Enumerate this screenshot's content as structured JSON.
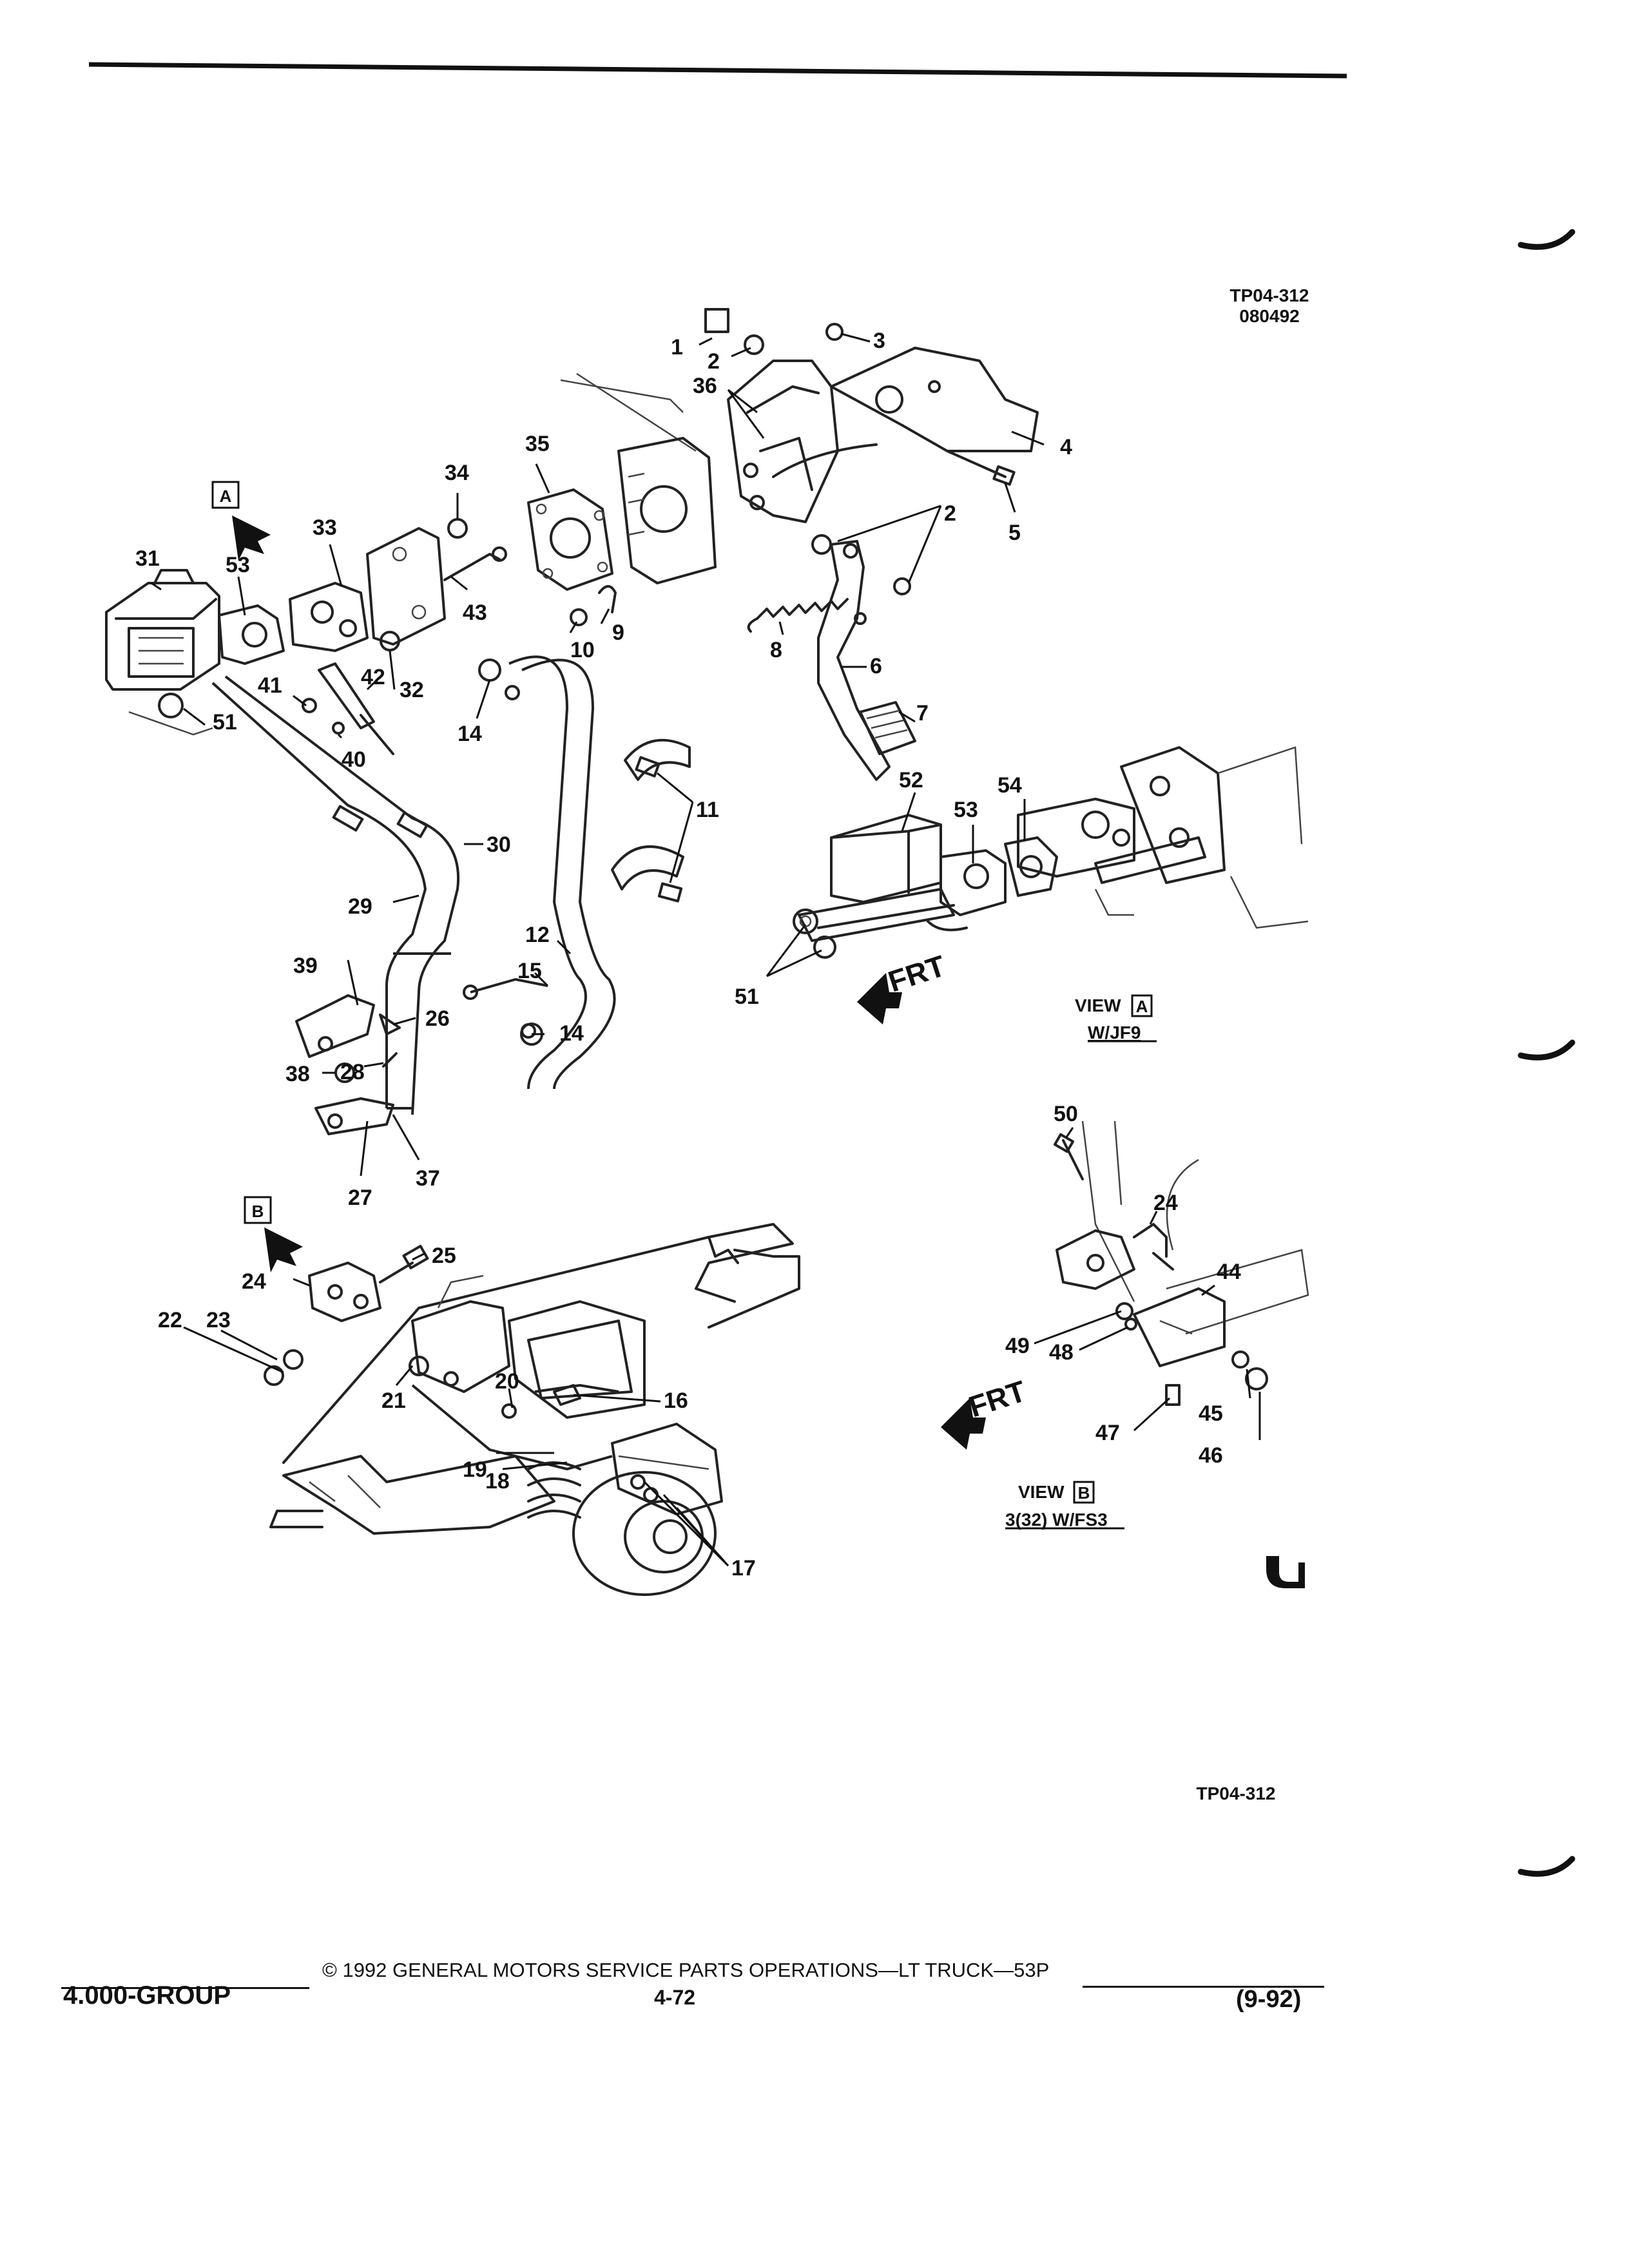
{
  "figure_ref_top": "TP04-312",
  "figure_date": "080492",
  "figure_ref_bottom": "TP04-312",
  "callouts": [
    "1",
    "2",
    "3",
    "4",
    "5",
    "6",
    "7",
    "8",
    "9",
    "10",
    "11",
    "12",
    "14",
    "15",
    "16",
    "17",
    "18",
    "19",
    "20",
    "21",
    "22",
    "23",
    "24",
    "25",
    "26",
    "27",
    "28",
    "29",
    "30",
    "31",
    "32",
    "33",
    "34",
    "35",
    "36",
    "37",
    "38",
    "39",
    "40",
    "41",
    "42",
    "43",
    "44",
    "45",
    "46",
    "47",
    "48",
    "49",
    "50",
    "51",
    "52",
    "53",
    "54"
  ],
  "view_a": {
    "marker": "A",
    "title_word": "VIEW",
    "title_letter": "A",
    "subtitle": "W/JF9"
  },
  "view_b": {
    "marker": "B",
    "title_word": "VIEW",
    "title_letter": "B",
    "subtitle": "3(32) W/FS3"
  },
  "direction_label": "FRT",
  "footer": {
    "copyright": "© 1992 GENERAL MOTORS SERVICE PARTS OPERATIONS—LT TRUCK—53P",
    "group": "4.000-GROUP",
    "page": "4-72",
    "date": "(9-92)"
  }
}
